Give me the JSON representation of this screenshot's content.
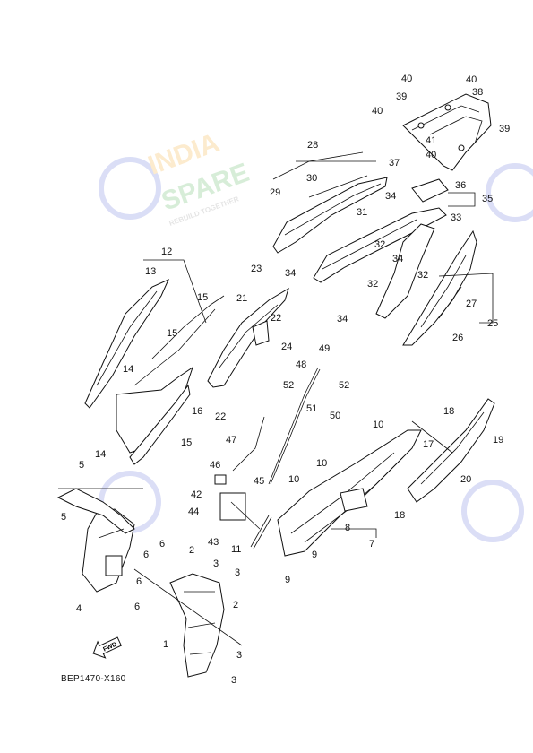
{
  "diagram": {
    "code": "BEP1470-X160",
    "fwd_label": "FWD",
    "callouts": [
      "1",
      "2",
      "2",
      "3",
      "3",
      "3",
      "3",
      "4",
      "5",
      "5",
      "6",
      "6",
      "6",
      "6",
      "7",
      "8",
      "9",
      "9",
      "10",
      "10",
      "10",
      "11",
      "12",
      "13",
      "14",
      "14",
      "15",
      "15",
      "15",
      "16",
      "17",
      "18",
      "18",
      "19",
      "20",
      "21",
      "22",
      "22",
      "23",
      "24",
      "25",
      "26",
      "27",
      "28",
      "29",
      "30",
      "31",
      "32",
      "32",
      "32",
      "33",
      "34",
      "34",
      "34",
      "34",
      "35",
      "36",
      "37",
      "38",
      "39",
      "39",
      "40",
      "40",
      "40",
      "40",
      "41",
      "42",
      "43",
      "44",
      "45",
      "46",
      "47",
      "48",
      "49",
      "50",
      "51",
      "52",
      "52"
    ]
  },
  "watermark": {
    "brand_line1": "INDIA",
    "brand_line2": "SPARE",
    "tagline": "REBUILD TOGETHER",
    "color_primary": "#f5a623",
    "color_secondary": "#4caf50",
    "color_icon": "#5a6bd8"
  }
}
